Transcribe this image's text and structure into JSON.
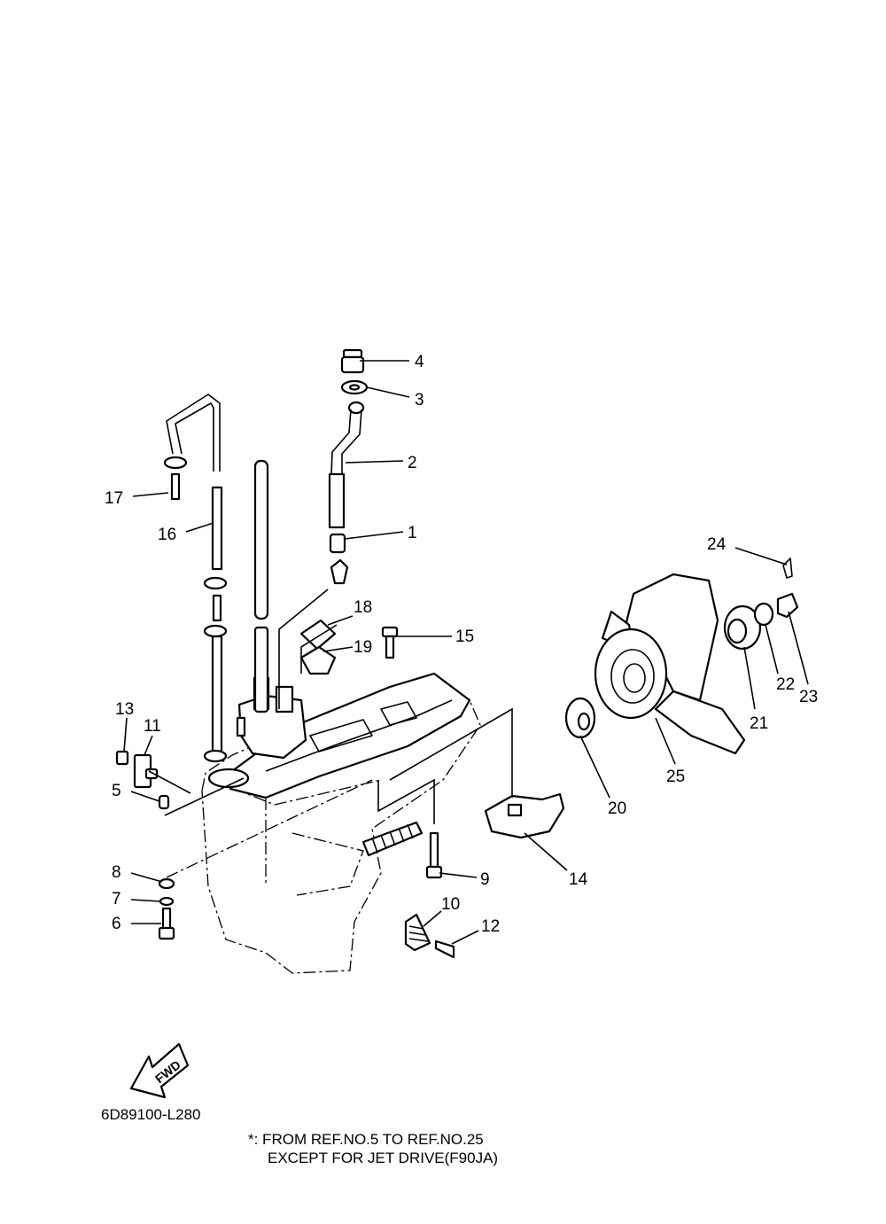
{
  "diagram": {
    "drawing_code": "6D89100-L280",
    "fwd_label": "FWD",
    "note_line1": "*: FROM REF.NO.5 TO REF.NO.25",
    "note_line2": "EXCEPT FOR JET DRIVE(F90JA)",
    "callouts": {
      "c1": "1",
      "c2": "2",
      "c3": "3",
      "c4": "4",
      "c5": "5",
      "c6": "6",
      "c7": "7",
      "c8": "8",
      "c9": "9",
      "c10": "10",
      "c11": "11",
      "c12": "12",
      "c13": "13",
      "c14": "14",
      "c15": "15",
      "c16": "16",
      "c17": "17",
      "c18": "18",
      "c19": "19",
      "c20": "20",
      "c21": "21",
      "c22": "22",
      "c23": "23",
      "c24": "24",
      "c25": "25"
    }
  }
}
